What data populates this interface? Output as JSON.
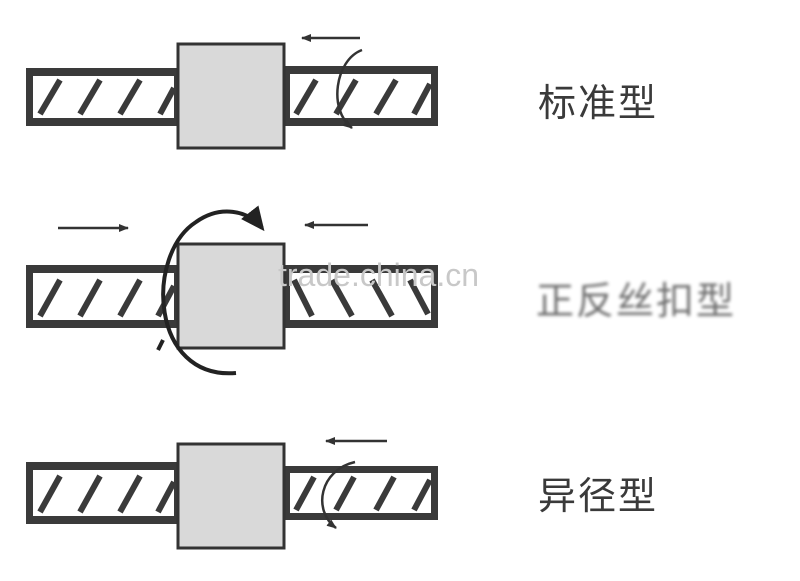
{
  "diagram": {
    "rows": [
      {
        "label": "标准型"
      },
      {
        "label": "正反丝扣型"
      },
      {
        "label": "异径型"
      }
    ],
    "watermark": "trade.china.cn"
  }
}
